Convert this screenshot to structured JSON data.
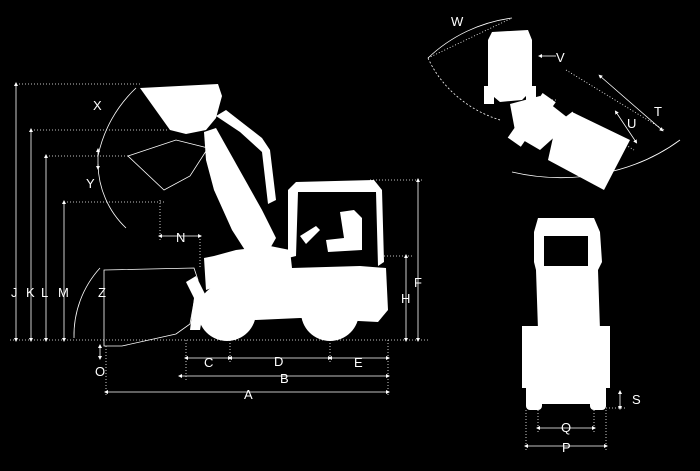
{
  "dimension_labels": {
    "A": "A",
    "B": "B",
    "C": "C",
    "D": "D",
    "E": "E",
    "F": "F",
    "H": "H",
    "J": "J",
    "K": "K",
    "L": "L",
    "M": "M",
    "N": "N",
    "O": "O",
    "P": "P",
    "Q": "Q",
    "S": "S",
    "T": "T",
    "U": "U",
    "V": "V",
    "W": "W",
    "X": "X",
    "Y": "Y",
    "Z": "Z"
  },
  "colors": {
    "background": "#000000",
    "machine": "#ffffff",
    "lines": "#ffffff"
  },
  "views": [
    "side-view",
    "top-view-articulated",
    "front-view"
  ]
}
